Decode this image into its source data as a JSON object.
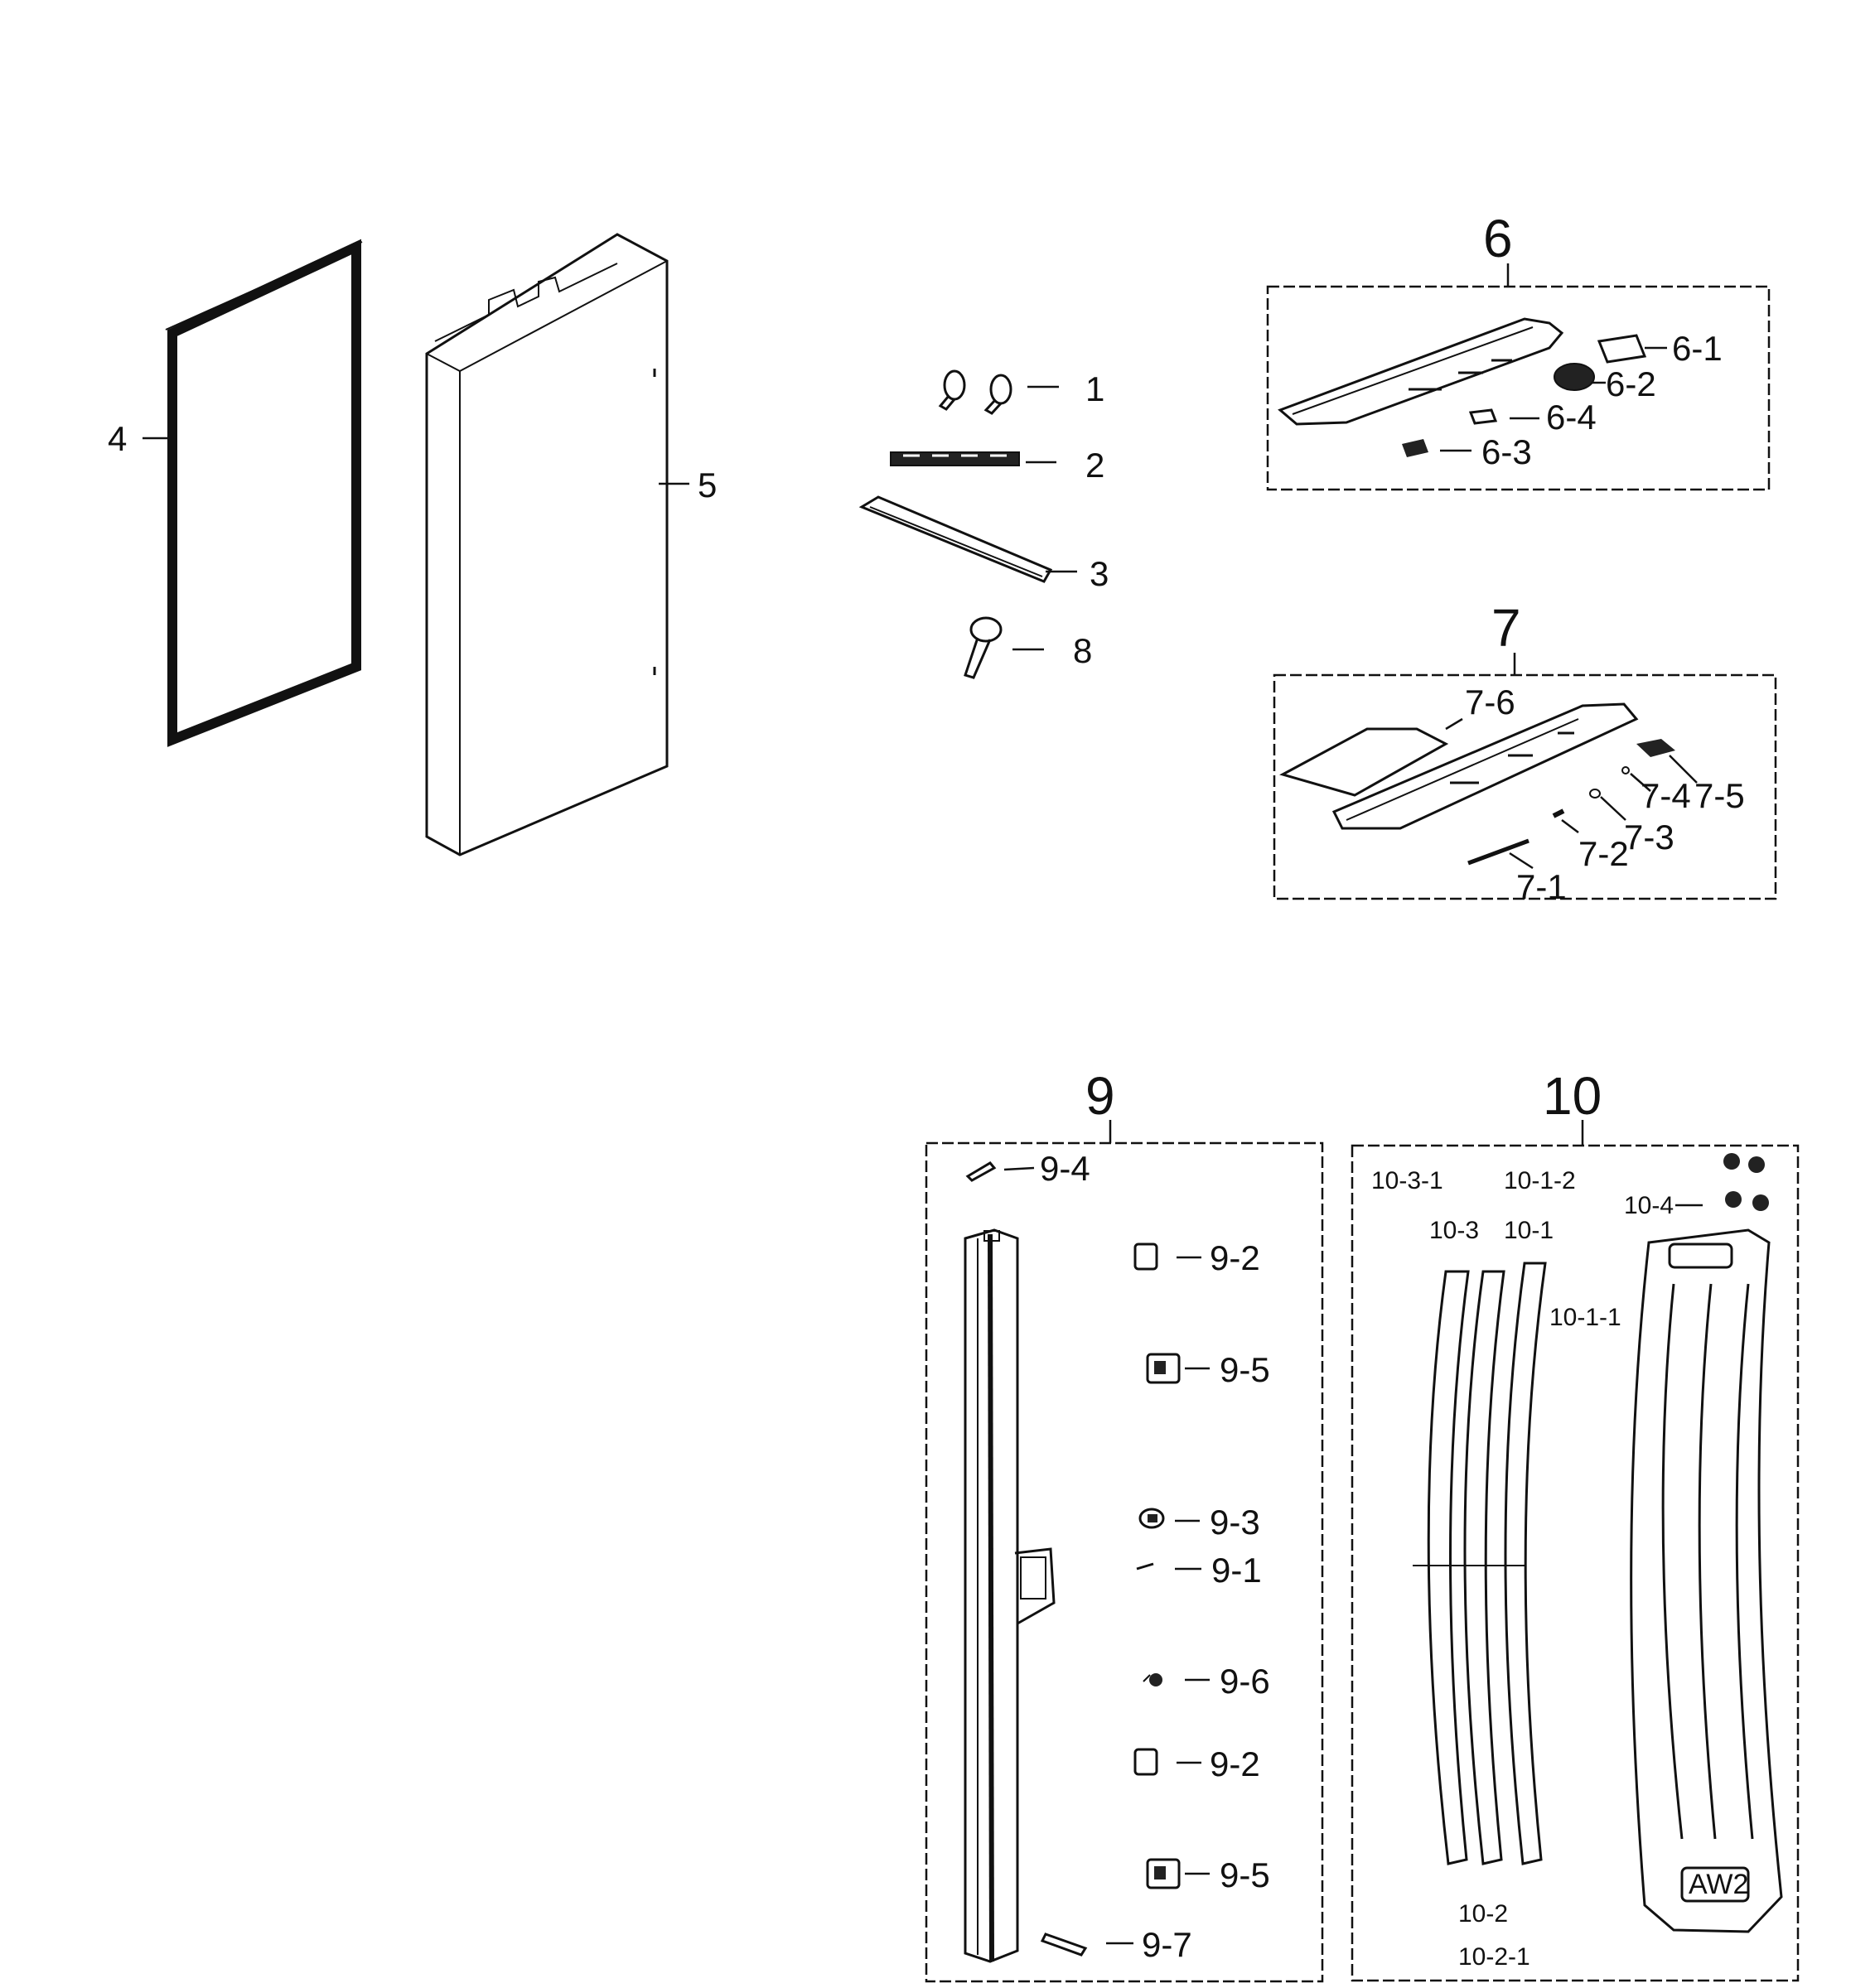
{
  "callouts": {
    "c1": "1",
    "c2": "2",
    "c3": "3",
    "c4": "4",
    "c5": "5",
    "c8": "8",
    "c6": "6",
    "c6_1": "6-1",
    "c6_2": "6-2",
    "c6_3": "6-3",
    "c6_4": "6-4",
    "c7": "7",
    "c7_1": "7-1",
    "c7_2": "7-2",
    "c7_3": "7-3",
    "c7_4": "7-4",
    "c7_5": "7-5",
    "c7_6": "7-6",
    "c9": "9",
    "c9_1": "9-1",
    "c9_2a": "9-2",
    "c9_2b": "9-2",
    "c9_3": "9-3",
    "c9_4": "9-4",
    "c9_5a": "9-5",
    "c9_5b": "9-5",
    "c9_6": "9-6",
    "c9_7": "9-7",
    "c10": "10",
    "c10_1": "10-1",
    "c10_1_1": "10-1-1",
    "c10_1_2": "10-1-2",
    "c10_2": "10-2",
    "c10_2_1": "10-2-1",
    "c10_3": "10-3",
    "c10_3_1": "10-3-1",
    "c10_4": "10-4",
    "embossed": "AW2"
  }
}
